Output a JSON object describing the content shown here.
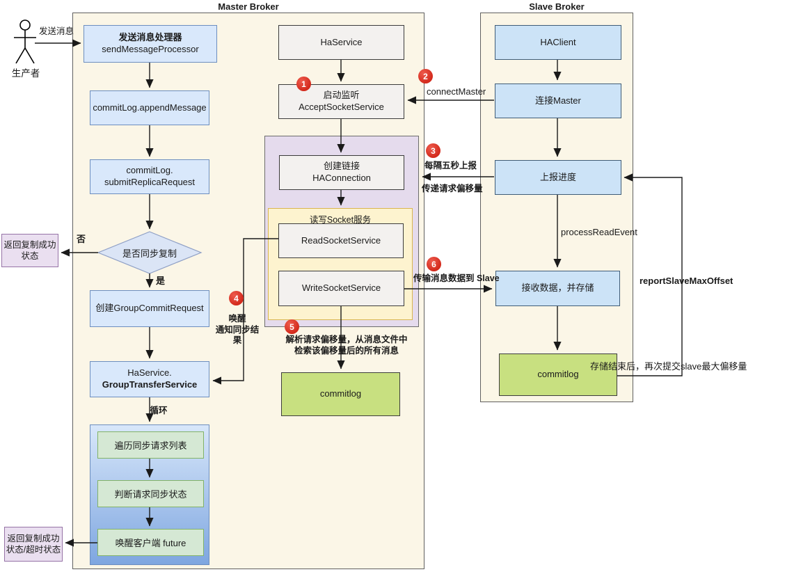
{
  "actor": {
    "label": "生产者",
    "message": "发送消息"
  },
  "master": {
    "title": "Master Broker",
    "send_processor": {
      "line1": "发送消息处理器",
      "line2": "sendMessageProcessor"
    },
    "append_message": "commitLog.appendMessage",
    "submit_replica": {
      "line1": "commitLog.",
      "line2": "submitReplicaRequest"
    },
    "decision": {
      "label": "是否同步复制",
      "no": "否",
      "yes": "是"
    },
    "create_group_commit": "创建GroupCommitRequest",
    "group_transfer": {
      "line1": "HaService.",
      "line2": "GroupTransferService"
    },
    "loop_label": "循环",
    "loop_steps": [
      "遍历同步请求列表",
      "判断请求同步状态",
      "唤醒客户端 future"
    ],
    "ha_service": "HaService",
    "accept_socket": {
      "line1": "启动监听",
      "line2": "AcceptSocketService"
    },
    "ha_connection": {
      "line1": "创建链接",
      "line2": "HAConnection"
    },
    "socket_service_group": "读写Socket服务",
    "read_socket": "ReadSocketService",
    "write_socket": "WriteSocketService",
    "commitlog": "commitlog",
    "return_success": {
      "line1": "返回复制成功",
      "line2": "状态"
    },
    "return_success_timeout": {
      "line1": "返回复制成功",
      "line2": "状态/超时状态"
    }
  },
  "slave": {
    "title": "Slave Broker",
    "ha_client": "HAClient",
    "connect_master": "连接Master",
    "report_progress": "上报进度",
    "receive_store": "接收数据，并存储",
    "commitlog": "commitlog"
  },
  "steps": {
    "s1": "1",
    "s2": "2",
    "s3": "3",
    "s4": "4",
    "s5": "5",
    "s6": "6"
  },
  "annotations": {
    "connect_master": "connectMaster",
    "every_five_seconds": "每隔五秒上报",
    "pass_request_offset": "传递请求偏移量",
    "wake1": "唤醒",
    "wake2": "通知同步结",
    "wake3": "果",
    "parse1": "解析请求偏移量，从消息文件中",
    "parse2": "检索该偏移量后的所有消息",
    "transfer_to_slave": "传输消息数据到 Slave",
    "process_read_event": "processReadEvent",
    "report_slave_max_offset": "reportSlaveMaxOffset",
    "store_finished": "存储结束后，再次提交slave最大偏移量"
  },
  "colors": {
    "badge_red": "#d93025",
    "master_blue": "#d9e8fb",
    "slave_blue": "#cce3f7",
    "commitlog_green": "#c8e080",
    "group_purple": "#e5dbed",
    "group_yellow": "#fdf3cf",
    "container_beige": "#fbf6e7"
  }
}
